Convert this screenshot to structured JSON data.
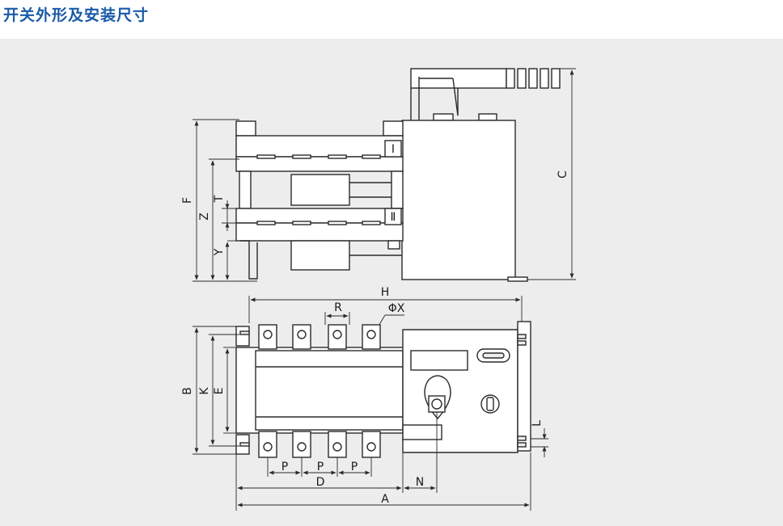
{
  "page": {
    "title": "开关外形及安装尺寸"
  },
  "side_view": {
    "position_labels": [
      "Ⅰ",
      "Ⅱ"
    ],
    "dimension_labels": {
      "F": "F",
      "Z": "Z",
      "T": "T",
      "Y": "Y",
      "C": "C"
    }
  },
  "top_view": {
    "dimension_labels": {
      "H": "H",
      "R": "R",
      "PHIX": "ΦX",
      "B": "B",
      "K": "K",
      "E": "E",
      "P1": "P",
      "P2": "P",
      "P3": "P",
      "D": "D",
      "N": "N",
      "A": "A",
      "L": "L"
    }
  },
  "colors": {
    "title": "#1a5aa8",
    "panel": "#ededed",
    "line": "#2a2a2a"
  }
}
